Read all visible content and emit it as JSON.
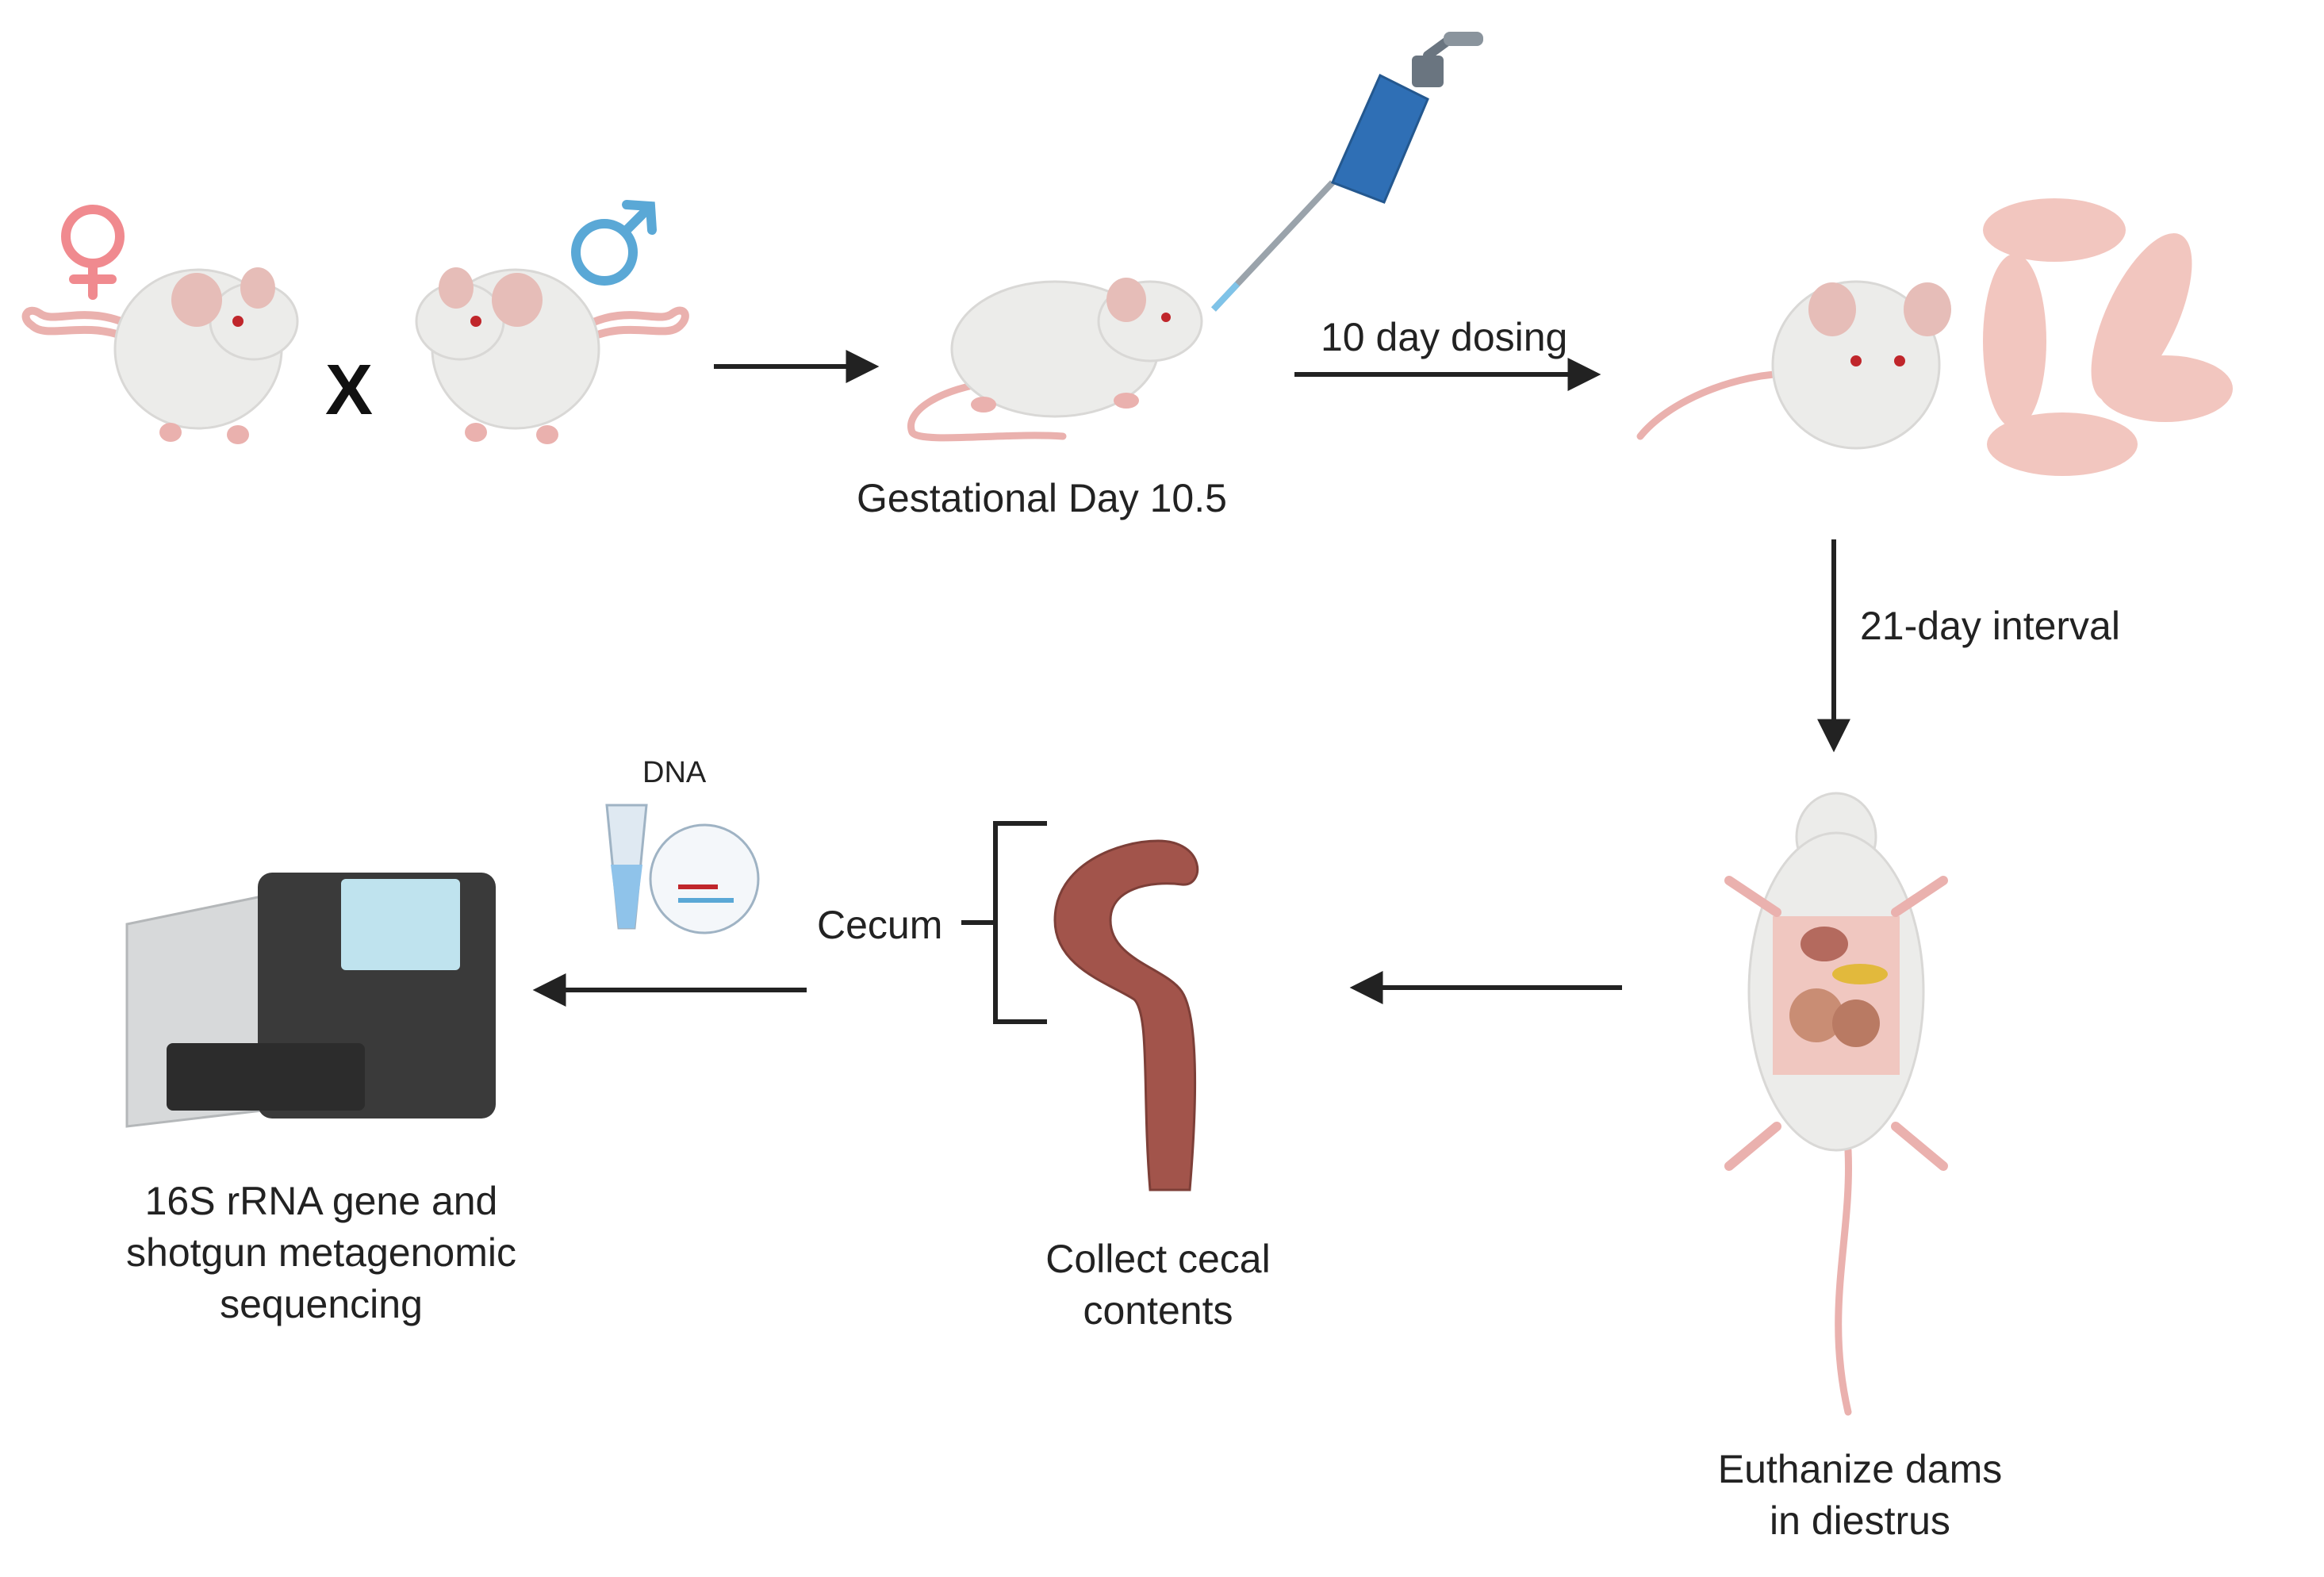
{
  "labels": {
    "cross_symbol": "X",
    "gestational_day": "Gestational Day 10.5",
    "dosing": "10 day dosing",
    "interval": "21-day interval",
    "euthanize_line1": "Euthanize dams",
    "euthanize_line2": "in diestrus",
    "collect_line1": "Collect cecal",
    "collect_line2": "contents",
    "cecum": "Cecum",
    "dna": "DNA",
    "sequencing_line1": "16S rRNA gene and",
    "sequencing_line2": "shotgun metagenomic",
    "sequencing_line3": "sequencing"
  },
  "symbols": {
    "female": "♀",
    "male": "♂"
  },
  "icons": [
    "female-symbol-icon",
    "male-symbol-icon",
    "mouse-icon",
    "pipette-icon",
    "mouse-pups-icon",
    "dissected-mouse-icon",
    "cecum-icon",
    "dna-tube-icon",
    "sequencer-icon",
    "arrow-icon"
  ],
  "colors": {
    "female_symbol": "#f08a8f",
    "male_symbol": "#5aa8d6",
    "mouse_body": "#ececea",
    "mouse_pink": "#eab1ae",
    "pup_pink": "#f2c6bf",
    "pipette_blue": "#2f6fb5",
    "cecum": "#a2544b",
    "sequencer_dark": "#3a3a3a",
    "arrow": "#222222"
  }
}
